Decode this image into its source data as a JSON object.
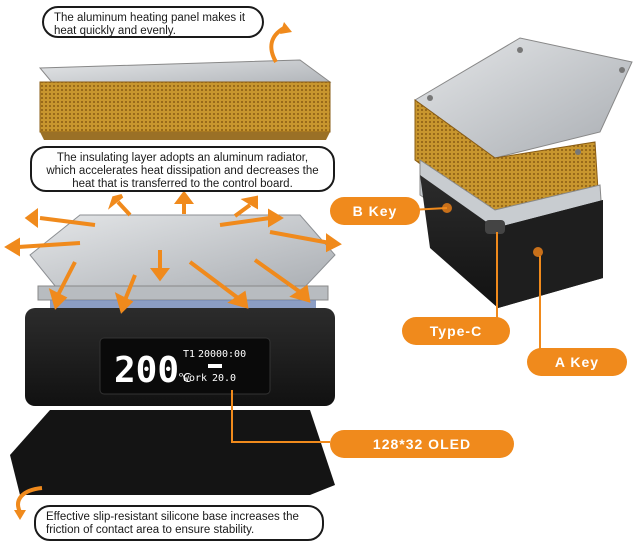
{
  "callouts": {
    "heating_panel": "The aluminum heating panel makes it heat quickly and evenly.",
    "insulating_layer": "The insulating layer adopts an aluminum radiator, which accelerates heat dissipation and decreases the heat that is transferred to the control board.",
    "silicone_base": "Effective slip-resistant silicone base increases the friction of contact area to ensure stability."
  },
  "labels": {
    "b_key": "B Key",
    "type_c": "Type-C",
    "a_key": "A Key",
    "oled": "128*32 OLED"
  },
  "oled": {
    "big_temp": "200",
    "unit": "℃",
    "t1": "T1",
    "t1_value": "200",
    "time": "00:00",
    "work": "work",
    "power": "20.0"
  },
  "colors": {
    "accent": "#f08a1c",
    "gold_mesh": "#c8962e",
    "body_black": "#1c1c1c",
    "panel_silver": "#c9ccd0"
  }
}
